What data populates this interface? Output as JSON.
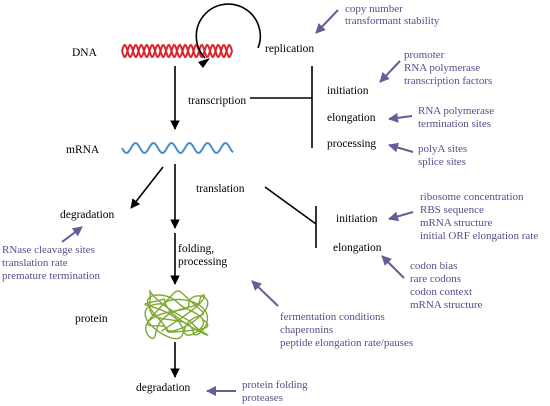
{
  "colors": {
    "text": "#000000",
    "annotation_text": "#5b4b8a",
    "annotation_arrow": "#6a5a96",
    "dna_helix": "#d9262e",
    "mrna_wave": "#4a8ec9",
    "protein_coil": "#7da832"
  },
  "stages": {
    "dna": "DNA",
    "mrna": "mRNA",
    "protein": "protein"
  },
  "processes": {
    "replication": "replication",
    "transcription": "transcription",
    "translation": "translation",
    "degradation_mrna": "degradation",
    "degradation_protein": "degradation",
    "folding_processing": [
      "folding,",
      "processing"
    ]
  },
  "sub_steps": {
    "transcription": [
      "initiation",
      "elongation",
      "processing"
    ],
    "translation": [
      "initiation",
      "elongation"
    ]
  },
  "annotations": {
    "replication": [
      "copy number",
      "transformant stability"
    ],
    "transcription_initiation": [
      "promoter",
      "RNA polymerase",
      "transcription factors"
    ],
    "transcription_elongation": [
      "RNA polymerase",
      "termination sites"
    ],
    "transcription_processing": [
      "polyA sites",
      "splice sites"
    ],
    "translation_initiation": [
      "ribosome concentration",
      "RBS sequence",
      "mRNA structure",
      "initial ORF elongation rate"
    ],
    "translation_elongation": [
      "codon bias",
      "rare codons",
      "codon context",
      "mRNA structure"
    ],
    "mrna_degradation": [
      "RNase cleavage sites",
      "translation rate",
      "premature termination"
    ],
    "folding_processing": [
      "fermentation conditions",
      "chaperonins",
      "peptide elongation rate/pauses"
    ],
    "protein_degradation": [
      "protein folding",
      "proteases"
    ]
  }
}
